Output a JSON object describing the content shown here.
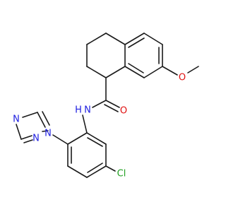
{
  "molecule": {
    "atoms": [
      {
        "id": "o_carbonyl",
        "symbol": "O",
        "color": "#e01010"
      },
      {
        "id": "o_methoxy",
        "symbol": "O",
        "color": "#e01010"
      },
      {
        "id": "n_amide",
        "symbol": "N",
        "hydrogen": "H",
        "color": "#2020e0"
      },
      {
        "id": "n_tri1",
        "symbol": "N",
        "color": "#2020e0"
      },
      {
        "id": "n_tri2",
        "symbol": "N",
        "color": "#2020e0"
      },
      {
        "id": "n_tri4",
        "symbol": "N",
        "color": "#2020e0"
      },
      {
        "id": "cl",
        "symbol": "Cl",
        "color": "#20a020"
      }
    ],
    "bond_color": "#1a1a1a"
  }
}
